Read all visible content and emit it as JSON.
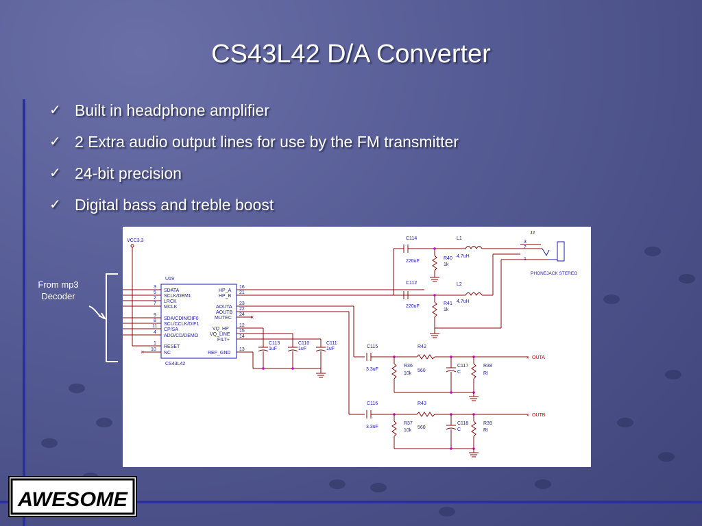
{
  "slide": {
    "title": "CS43L42 D/A Converter",
    "bullets": [
      "Built in headphone amplifier",
      "2 Extra audio output lines for use by the FM transmitter",
      "24-bit precision",
      "Digital bass and treble boost"
    ],
    "check_icon": "check-mark-icon",
    "side_label_line1": "From mp3",
    "side_label_line2": "Decoder",
    "logo_text": "AWESOME"
  },
  "schematic": {
    "vcc": "VCC3.3",
    "u19": {
      "ref": "U19",
      "part": "CS43L42"
    },
    "left_pins": [
      {
        "num": "3",
        "name": "SDATA"
      },
      {
        "num": "5",
        "name": "SCLK/DEM1"
      },
      {
        "num": "2",
        "name": "LRCK"
      },
      {
        "num": "7",
        "name": "MCLK"
      },
      {
        "num": "9",
        "name": "SDA/CDIN/DIF0"
      },
      {
        "num": "8",
        "name": "SCL/CCLK/DIF1"
      },
      {
        "num": "11",
        "name": "CP/SA"
      },
      {
        "num": "4",
        "name": "ADO/CD/DEMO"
      },
      {
        "num": "1",
        "name": "RESET"
      },
      {
        "num": "10",
        "name": "NC"
      }
    ],
    "right_pins": [
      {
        "num": "16",
        "name": "HP_A"
      },
      {
        "num": "21",
        "name": "HP_B"
      },
      {
        "num": "23",
        "name": "AOUTA"
      },
      {
        "num": "22",
        "name": "AOUTB"
      },
      {
        "num": "24",
        "name": "MUTEC"
      },
      {
        "num": "12",
        "name": "VQ_HP"
      },
      {
        "num": "15",
        "name": "VQ_LINE"
      },
      {
        "num": "14",
        "name": "FILT+"
      },
      {
        "num": "13",
        "name": "REF_GND"
      }
    ],
    "caps_bottom": [
      {
        "ref": "C113",
        "val": "1uF"
      },
      {
        "ref": "C110",
        "val": "1uF"
      },
      {
        "ref": "C111",
        "val": "1uF"
      }
    ],
    "hp": {
      "c114": "C114",
      "c114_val": "220uF",
      "l1": "L1",
      "l1_val": "4.7uH",
      "r40": "R40",
      "r40_val": "1k",
      "c112": "C112",
      "c112_val": "220uF",
      "l2": "L2",
      "l2_val": "4.7uH",
      "r41": "R41",
      "r41_val": "1k",
      "j2": "J2",
      "j2_part": "PHONEJACK STEREO",
      "j2_pins": [
        "3",
        "2",
        "1"
      ]
    },
    "outa": {
      "c": "C115",
      "c_val": "3.3uF",
      "r_in": "R42",
      "r_in_val": "560",
      "r_gnd": "R36",
      "r_gnd_val": "10k",
      "c_f": "C117",
      "c_f_val": "C",
      "r_out": "R38",
      "r_out_val": "RI",
      "label": "OUTA"
    },
    "outb": {
      "c": "C116",
      "c_val": "3.3uF",
      "r_in": "R43",
      "r_in_val": "560",
      "r_gnd": "R37",
      "r_gnd_val": "10k",
      "c_f": "C118",
      "c_f_val": "C",
      "r_out": "R39",
      "r_out_val": "RI",
      "label": "OUTB"
    }
  },
  "colors": {
    "wire": "#8b0000",
    "junction": "#d000d0",
    "text": "#1a1aa8",
    "accent_bar": "#2b2f9a"
  }
}
